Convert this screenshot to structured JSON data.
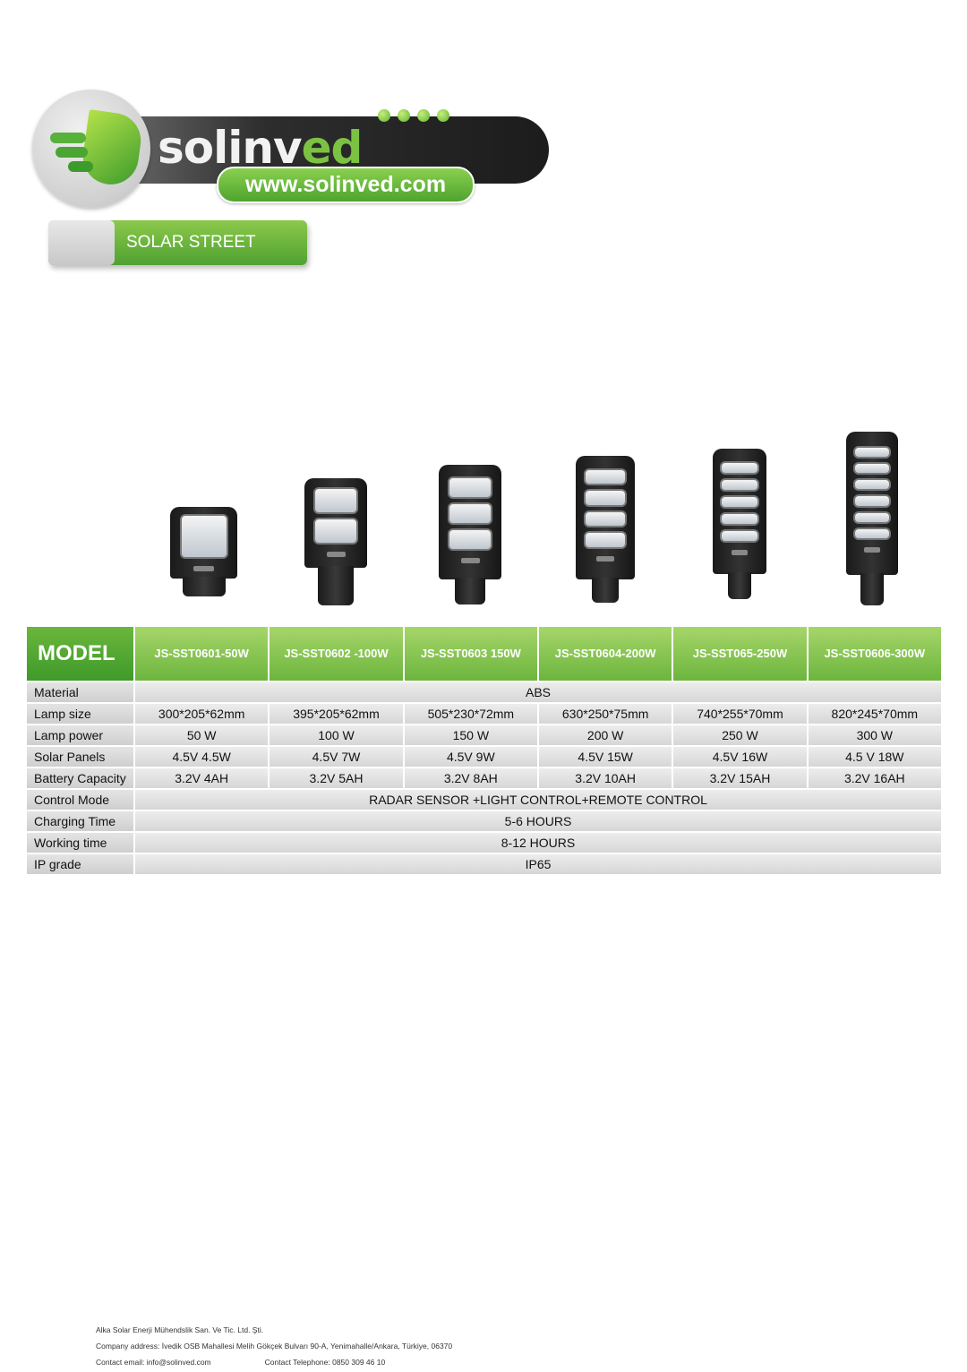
{
  "brand": {
    "name_main": "solinv",
    "name_accent": "ed",
    "url": "www.solinved.com",
    "colors": {
      "green": "#6cb53d",
      "dark": "#1c1c1c",
      "grey": "#cfcfcf"
    }
  },
  "section_title": "SOLAR STREET LIGHT",
  "table": {
    "model_label": "MODEL",
    "models": [
      "JS-SST0601-50W",
      "JS-SST0602 -100W",
      "JS-SST0603 150W",
      "JS-SST0604-200W",
      "JS-SST065-250W",
      "JS-SST0606-300W"
    ],
    "rows": [
      {
        "label": "Material",
        "span": "ABS"
      },
      {
        "label": "Lamp size",
        "values": [
          "300*205*62mm",
          "395*205*62mm",
          "505*230*72mm",
          "630*250*75mm",
          "740*255*70mm",
          "820*245*70mm"
        ]
      },
      {
        "label": "Lamp power",
        "values": [
          "50 W",
          "100 W",
          "150 W",
          "200 W",
          "250 W",
          "300 W"
        ]
      },
      {
        "label": "Solar Panels",
        "values": [
          "4.5V 4.5W",
          "4.5V 7W",
          "4.5V 9W",
          "4.5V 15W",
          "4.5V 16W",
          "4.5 V 18W"
        ]
      },
      {
        "label": "Battery Capacity",
        "values": [
          "3.2V 4AH",
          "3.2V 5AH",
          "3.2V 8AH",
          "3.2V 10AH",
          "3.2V 15AH",
          "3.2V 16AH"
        ]
      },
      {
        "label": "Control Mode",
        "span": "RADAR SENSOR +LIGHT CONTROL+REMOTE CONTROL"
      },
      {
        "label": "Charging Time",
        "span": "5-6 HOURS"
      },
      {
        "label": "Working time",
        "span": "8-12 HOURS"
      },
      {
        "label": "IP grade",
        "span": "IP65"
      }
    ]
  },
  "footer": {
    "company": "Alka Solar Enerji Mühendslik San. Ve Tic. Ltd. Şti.",
    "address": "Company address: İvedik OSB Mahallesi Melih Gökçek Bulvarı 90-A, Yenimahalle/Ankara, Türkiye, 06370",
    "email": "Contact email: info@solinved.com",
    "phone": "Contact Telephone: 0850 309 46 10"
  }
}
